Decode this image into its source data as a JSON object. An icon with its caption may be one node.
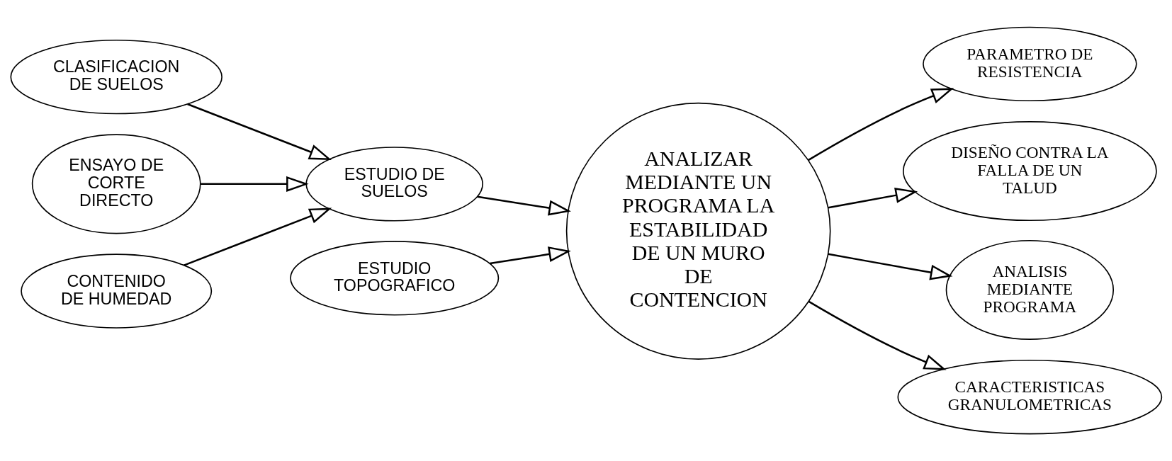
{
  "diagram": {
    "nodes": [
      {
        "text": [
          "CLASIFICACION DE SUELOS"
        ]
      },
      {
        "text": [
          "ENSAYO DE CORTE DIRECTO"
        ]
      },
      {
        "text": [
          "CONTENIDO DE HUMEDAD"
        ]
      },
      {
        "text": [
          "ESTUDIO DE SUELOS"
        ]
      },
      {
        "text": [
          "ESTUDIO TOPOGRAFICO"
        ]
      },
      {
        "text": [
          "ANALIZAR MEDIANTE UN PROGRAMA LA ESTABILIDAD DE UN MURO DE CONTENCION"
        ]
      },
      {
        "text": [
          "PARAMETRO DE RESISTENCIA"
        ]
      },
      {
        "text": [
          "DISEÑO CONTRA LA FALLA DE UN TALUD"
        ]
      },
      {
        "text": [
          "ANALISIS MEDIANTE PROGRAMA"
        ]
      },
      {
        "text": [
          "CARACTERISTICAS GRANULOMETRICAS"
        ]
      }
    ],
    "edges": [
      {
        "from": 0,
        "to": 3,
        "arrow": "to"
      },
      {
        "from": 1,
        "to": 3,
        "arrow": "to"
      },
      {
        "from": 2,
        "to": 3,
        "arrow": "to"
      },
      {
        "from": 3,
        "to": 5,
        "arrow": "to"
      },
      {
        "from": 4,
        "to": 5,
        "arrow": "to"
      },
      {
        "from": 5,
        "to": 6,
        "arrow": "to"
      },
      {
        "from": 5,
        "to": 7,
        "arrow": "to"
      },
      {
        "from": 5,
        "to": 8,
        "arrow": "to"
      },
      {
        "from": 5,
        "to": 9,
        "arrow": "to"
      }
    ]
  }
}
